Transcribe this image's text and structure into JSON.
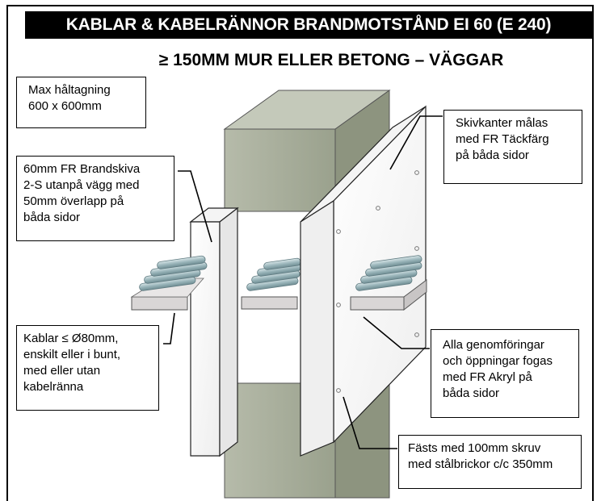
{
  "title": "KABLAR & KABELRÄNNOR BRANDMOTSTÅND EI 60 (E 240)",
  "subtitle": "≥ 150MM MUR ELLER BETONG – VÄGGAR",
  "callouts": {
    "max_opening": [
      "Max håltagning",
      "600 x 600mm"
    ],
    "board": [
      "60mm FR Brandskiva",
      "2-S utanpå vägg med",
      "50mm överlapp på",
      "båda sidor"
    ],
    "cables": [
      "Kablar ≤ Ø80mm,",
      "enskilt eller i bunt,",
      "med eller utan",
      "kabelränna"
    ],
    "edges": [
      "Skivkanter målas",
      "med FR Täckfärg",
      "på båda sidor"
    ],
    "sealant": [
      "Alla genomföringar",
      "och öppningar fogas",
      "med FR Akryl på",
      "båda sidor"
    ],
    "screws": [
      "Fästs med 100mm skruv",
      "med stålbrickor c/c 350mm"
    ]
  },
  "colors": {
    "wall_face": "#a8ae9d",
    "wall_top": "#c4c9ba",
    "wall_side": "#8d947f",
    "board": "#ffffff",
    "tray": "#d9d6d6",
    "cable": "#9bb6bb"
  }
}
